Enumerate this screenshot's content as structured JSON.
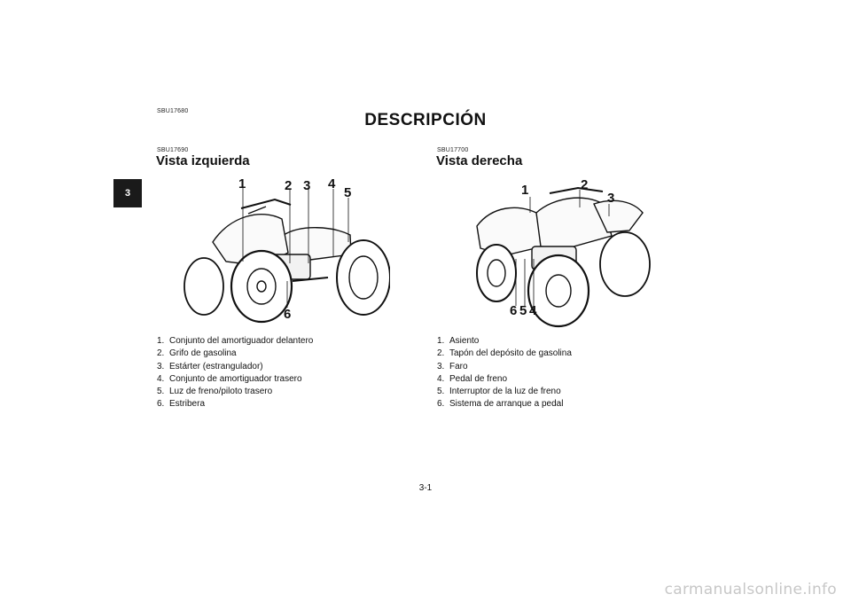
{
  "chapter_tab": "3",
  "header": {
    "code": "SBU17680",
    "title": "DESCRIPCIÓN"
  },
  "left": {
    "code": "SBU17690",
    "title": "Vista izquierda",
    "callouts": [
      "1",
      "2",
      "3",
      "4",
      "5",
      "6"
    ],
    "items": [
      {
        "num": "1.",
        "text": "Conjunto del amortiguador delantero"
      },
      {
        "num": "2.",
        "text": "Grifo de gasolina"
      },
      {
        "num": "3.",
        "text": "Estárter (estrangulador)"
      },
      {
        "num": "4.",
        "text": "Conjunto de amortiguador trasero"
      },
      {
        "num": "5.",
        "text": "Luz de freno/piloto trasero"
      },
      {
        "num": "6.",
        "text": "Estribera"
      }
    ]
  },
  "right": {
    "code": "SBU17700",
    "title": "Vista derecha",
    "callouts": [
      "1",
      "2",
      "3",
      "6",
      "5",
      "4"
    ],
    "items": [
      {
        "num": "1.",
        "text": "Asiento"
      },
      {
        "num": "2.",
        "text": "Tapón del depósito de gasolina"
      },
      {
        "num": "3.",
        "text": "Faro"
      },
      {
        "num": "4.",
        "text": "Pedal de freno"
      },
      {
        "num": "5.",
        "text": "Interruptor de la luz de freno"
      },
      {
        "num": "6.",
        "text": "Sistema de arranque a pedal"
      }
    ]
  },
  "footer": {
    "page_number": "3-1",
    "watermark": "carmanualsonline.info"
  }
}
